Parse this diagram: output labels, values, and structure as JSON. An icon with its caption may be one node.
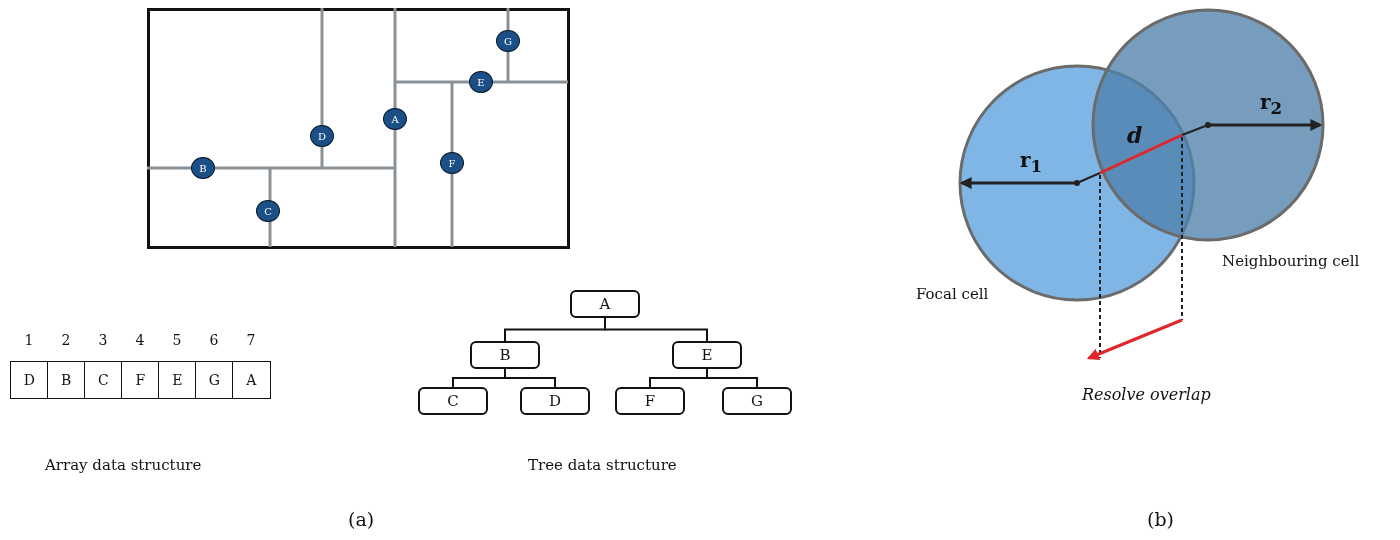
{
  "diagram": {
    "nodes": [
      {
        "text": [],
        "shape": "box"
      },
      {
        "text": [
          "G"
        ],
        "in": 0
      },
      {
        "text": [
          "E"
        ],
        "in": 0
      },
      {
        "text": [
          "A"
        ],
        "in": 0
      },
      {
        "text": [
          "D"
        ],
        "in": 0
      },
      {
        "text": [
          "F"
        ],
        "in": 0
      },
      {
        "text": [
          "B"
        ],
        "in": 0
      },
      {
        "text": [
          "C"
        ],
        "in": 0
      },
      {
        "text": [
          "D"
        ],
        "beside": [
          "1"
        ]
      },
      {
        "text": [
          "B"
        ],
        "beside": [
          "2"
        ]
      },
      {
        "text": [
          "C"
        ],
        "beside": [
          "3"
        ]
      },
      {
        "text": [
          "F"
        ],
        "beside": [
          "4"
        ]
      },
      {
        "text": [
          "E"
        ],
        "beside": [
          "5"
        ]
      },
      {
        "text": [
          "G"
        ],
        "beside": [
          "6"
        ]
      },
      {
        "text": [
          "A"
        ],
        "beside": [
          "7"
        ]
      },
      {
        "text": [
          "A"
        ]
      },
      {
        "text": [
          "B"
        ]
      },
      {
        "text": [
          "E"
        ]
      },
      {
        "text": [
          "C"
        ]
      },
      {
        "text": [
          "D"
        ]
      },
      {
        "text": [
          "F"
        ]
      },
      {
        "text": [
          "G"
        ]
      },
      {
        "text": [],
        "shape": "circle",
        "beside": [
          "Neighbouring cell"
        ]
      },
      {
        "text": [],
        "shape": "circle",
        "beside": [
          "Focal cell"
        ]
      }
    ],
    "edges": [
      {
        "from": 15,
        "to": 16,
        "arrow": "none"
      },
      {
        "from": 15,
        "to": 17,
        "arrow": "none"
      },
      {
        "from": 16,
        "to": 18,
        "arrow": "none"
      },
      {
        "from": 16,
        "to": 19,
        "arrow": "none"
      },
      {
        "from": 17,
        "to": 20,
        "arrow": "none"
      },
      {
        "from": 17,
        "to": 21,
        "arrow": "none"
      }
    ],
    "labels": [
      "r$_{2}$",
      "d",
      "r$_{1}$",
      "Resolve overlap",
      "Array data structure",
      "Tree data structure",
      "(a)",
      "(b)"
    ]
  }
}
